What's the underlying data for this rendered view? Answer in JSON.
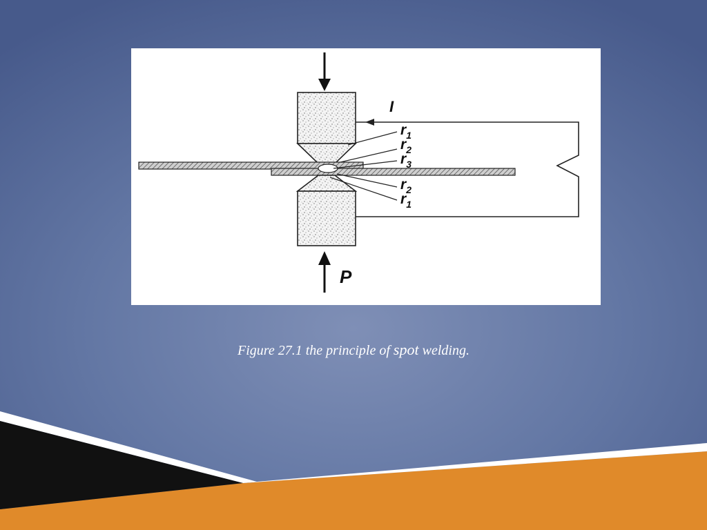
{
  "slide": {
    "colors": {
      "background": "#5f73a2",
      "accent_orange": "#e08a2a",
      "accent_black": "#111111"
    }
  },
  "figure": {
    "labels": {
      "current": "I",
      "force": "P",
      "r1_base": "r",
      "r1_sub": "1",
      "r2_base": "r",
      "r2_sub": "2",
      "r3_base": "r",
      "r3_sub": "3"
    }
  },
  "caption": {
    "part1": "Figure 27.1 the principle of ",
    "part2": "spot",
    "part3": " welding."
  }
}
